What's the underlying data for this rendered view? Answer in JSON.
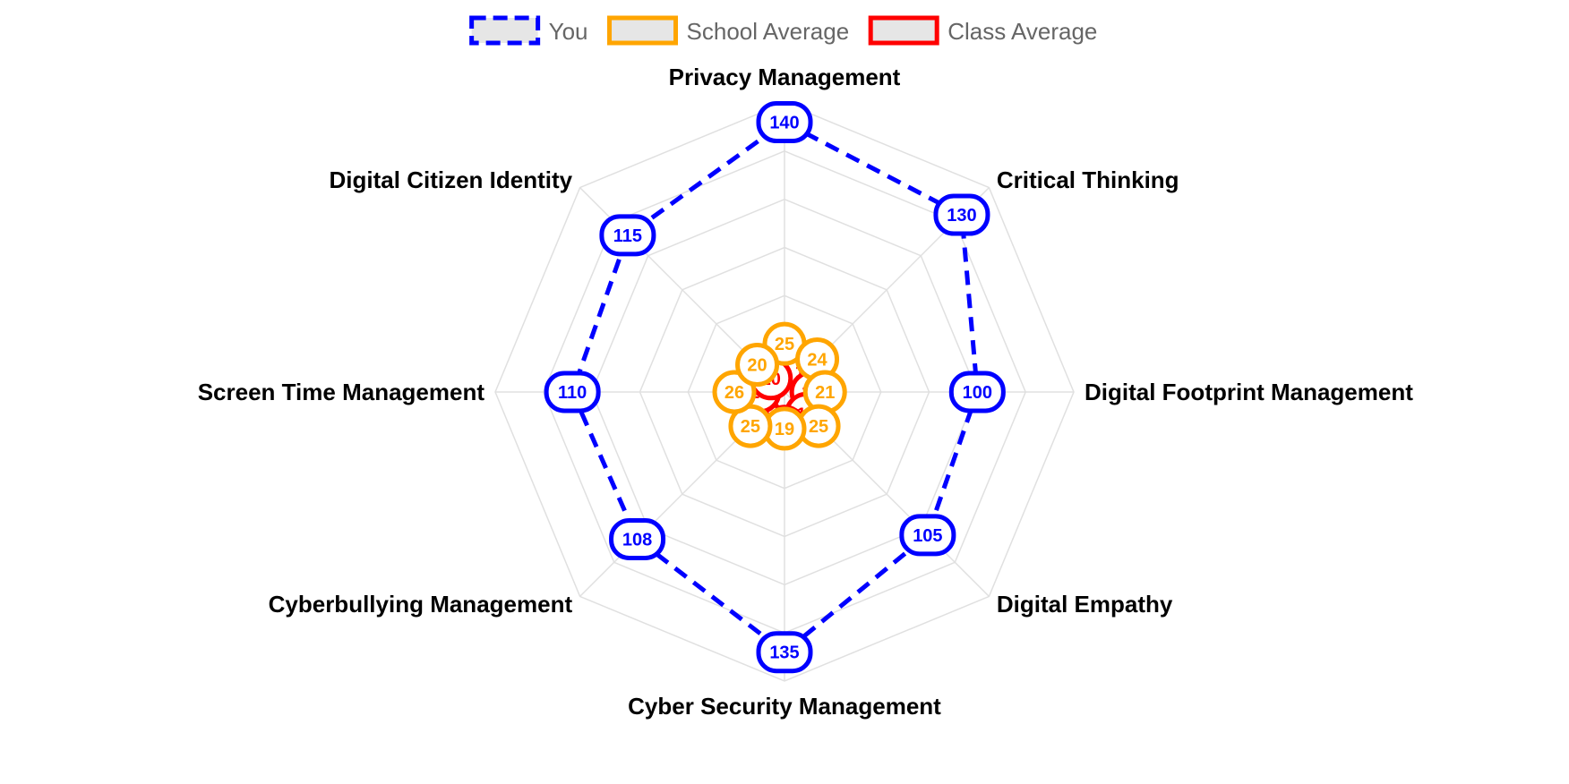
{
  "chart_data": {
    "type": "radar",
    "axes": [
      "Privacy Management",
      "Critical Thinking",
      "Digital Footprint Management",
      "Digital Empathy",
      "Cyber Security Management",
      "Cyberbullying Management",
      "Screen Time Management",
      "Digital Citizen Identity"
    ],
    "rlim": [
      0,
      150
    ],
    "grid_step": 25,
    "grid": true,
    "legend_position": "top",
    "series": [
      {
        "name": "You",
        "values": [
          140,
          130,
          100,
          105,
          135,
          108,
          110,
          115
        ],
        "color": "#0000ff",
        "style": "dashed"
      },
      {
        "name": "School Average",
        "values": [
          25,
          24,
          21,
          25,
          19,
          25,
          26,
          20
        ],
        "color": "#ffa500",
        "style": "solid"
      },
      {
        "name": "Class Average",
        "values": [
          20,
          15,
          14,
          16,
          18,
          18,
          13,
          10
        ],
        "color": "#ff0000",
        "style": "solid"
      }
    ]
  }
}
